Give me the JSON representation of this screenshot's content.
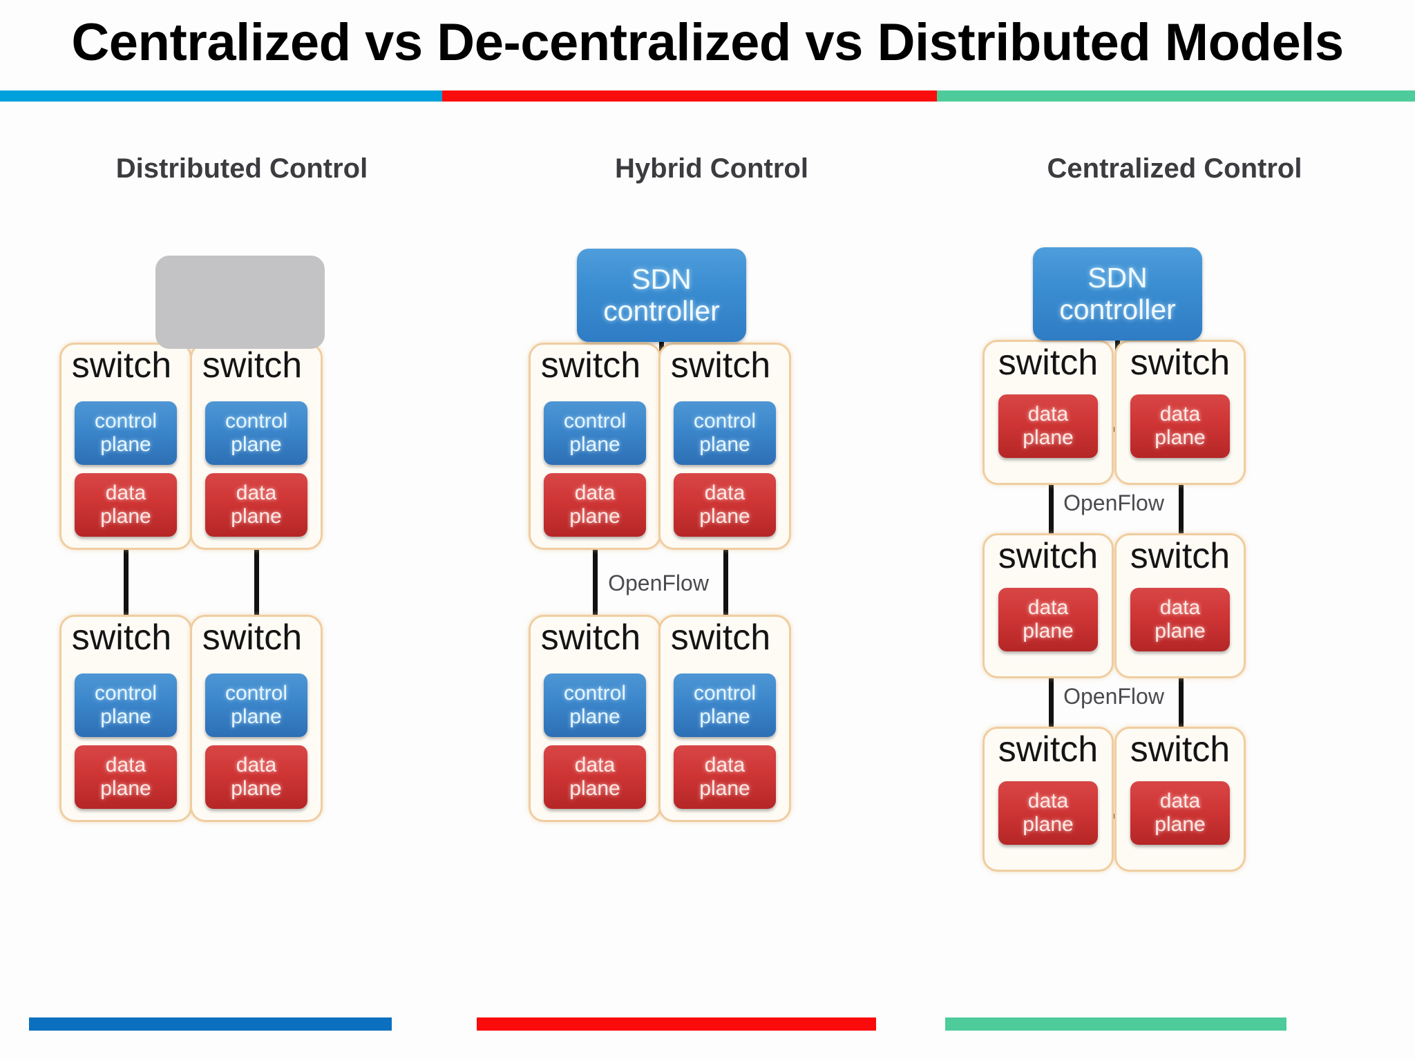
{
  "slide": {
    "title": "Centralized vs De-centralized vs Distributed Models",
    "top_rule_colors": [
      "#00A0DC",
      "#FC0D0D",
      "#4ECB9A"
    ],
    "bottom_bar_colors": [
      "#0A70BF",
      "#FA0A0A",
      "#4ECB9A"
    ]
  },
  "labels": {
    "switch": "switch",
    "control_plane_line1": "control",
    "control_plane_line2": "plane",
    "data_plane_line1": "data",
    "data_plane_line2": "plane",
    "sdn_line1": "SDN",
    "sdn_line2": "controller",
    "openflow": "OpenFlow"
  },
  "colors": {
    "control_plane": "#3b86cb",
    "data_plane": "#cf3535",
    "switch_border": "#F0CDA0",
    "switch_fill": "#FEFBF5",
    "sdn_controller": "#3b8ed2",
    "placeholder_gray": "#C3C3C6",
    "link": "#111111"
  },
  "columns": [
    {
      "id": "distributed",
      "title": "Distributed Control",
      "controller": {
        "present": false,
        "placeholder": true
      },
      "rows": 2,
      "switch_planes": [
        "control plane",
        "data plane"
      ],
      "openflow_labels": []
    },
    {
      "id": "hybrid",
      "title": "Hybrid Control",
      "controller": {
        "present": true,
        "label": "SDN controller"
      },
      "rows": 2,
      "switch_planes": [
        "control plane",
        "data plane"
      ],
      "openflow_labels": [
        "OpenFlow"
      ]
    },
    {
      "id": "centralized",
      "title": "Centralized Control",
      "controller": {
        "present": true,
        "label": "SDN controller"
      },
      "rows": 3,
      "switch_planes": [
        "data plane"
      ],
      "openflow_labels": [
        "OpenFlow",
        "OpenFlow"
      ]
    }
  ]
}
